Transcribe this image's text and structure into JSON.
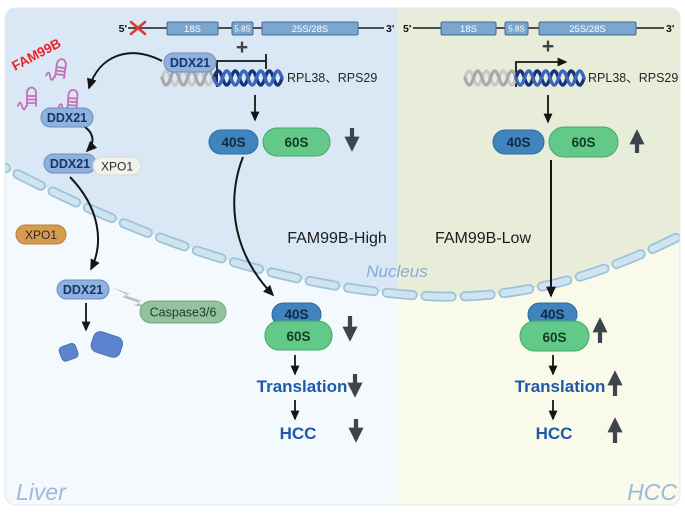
{
  "colors": {
    "nucleus_left_bg": "#d9e8f4",
    "nucleus_right_bg": "#e8edda",
    "cytoplasm_left_bg": "#f3f9fc",
    "cytoplasm_right_bg": "#fafaeb",
    "membrane_outer": "#9fc2d8",
    "membrane_inner": "#cfe4f1",
    "gene_box": "#7aa6d0",
    "ddx21_fill": "#8fb1dd",
    "xpo1_nuclear_fill": "#f1f1ee",
    "xpo1_cytoplasm_fill": "#d79a4f",
    "caspase_fill": "#93c29e",
    "s40_fill": "#3f84bd",
    "s60_fill": "#62c988",
    "fragment_fill": "#5b84cf",
    "bolt_fill": "#bcbcbc",
    "red_x": "#e03a35",
    "arrow_dark": "#3d454c",
    "arrow_thin": "#151515"
  },
  "nucleus_label": "Nucleus",
  "left_panel": {
    "region_label": "Liver",
    "condition_label": "FAM99B-High",
    "rdna": {
      "five_prime": "5'",
      "segments": [
        "18S",
        "5.8S",
        "25S/28S"
      ],
      "three_prime": "3'"
    },
    "plus_sign": "+",
    "lncrna_label": "FAM99B",
    "ddx21_label": "DDX21",
    "xpo1_label": "XPO1",
    "caspase_label": "Caspase3/6",
    "mrna_targets": "RPL38、RPS29",
    "small_subunit": "40S",
    "large_subunit": "60S",
    "translation_label": "Translation",
    "outcome_label": "HCC"
  },
  "right_panel": {
    "region_label": "HCC",
    "condition_label": "FAM99B-Low",
    "rdna": {
      "five_prime": "5'",
      "segments": [
        "18S",
        "5.8S",
        "25S/28S"
      ],
      "three_prime": "3'"
    },
    "plus_sign": "+",
    "mrna_targets": "RPL38、RPS29",
    "small_subunit": "40S",
    "large_subunit": "60S",
    "translation_label": "Translation",
    "outcome_label": "HCC"
  }
}
